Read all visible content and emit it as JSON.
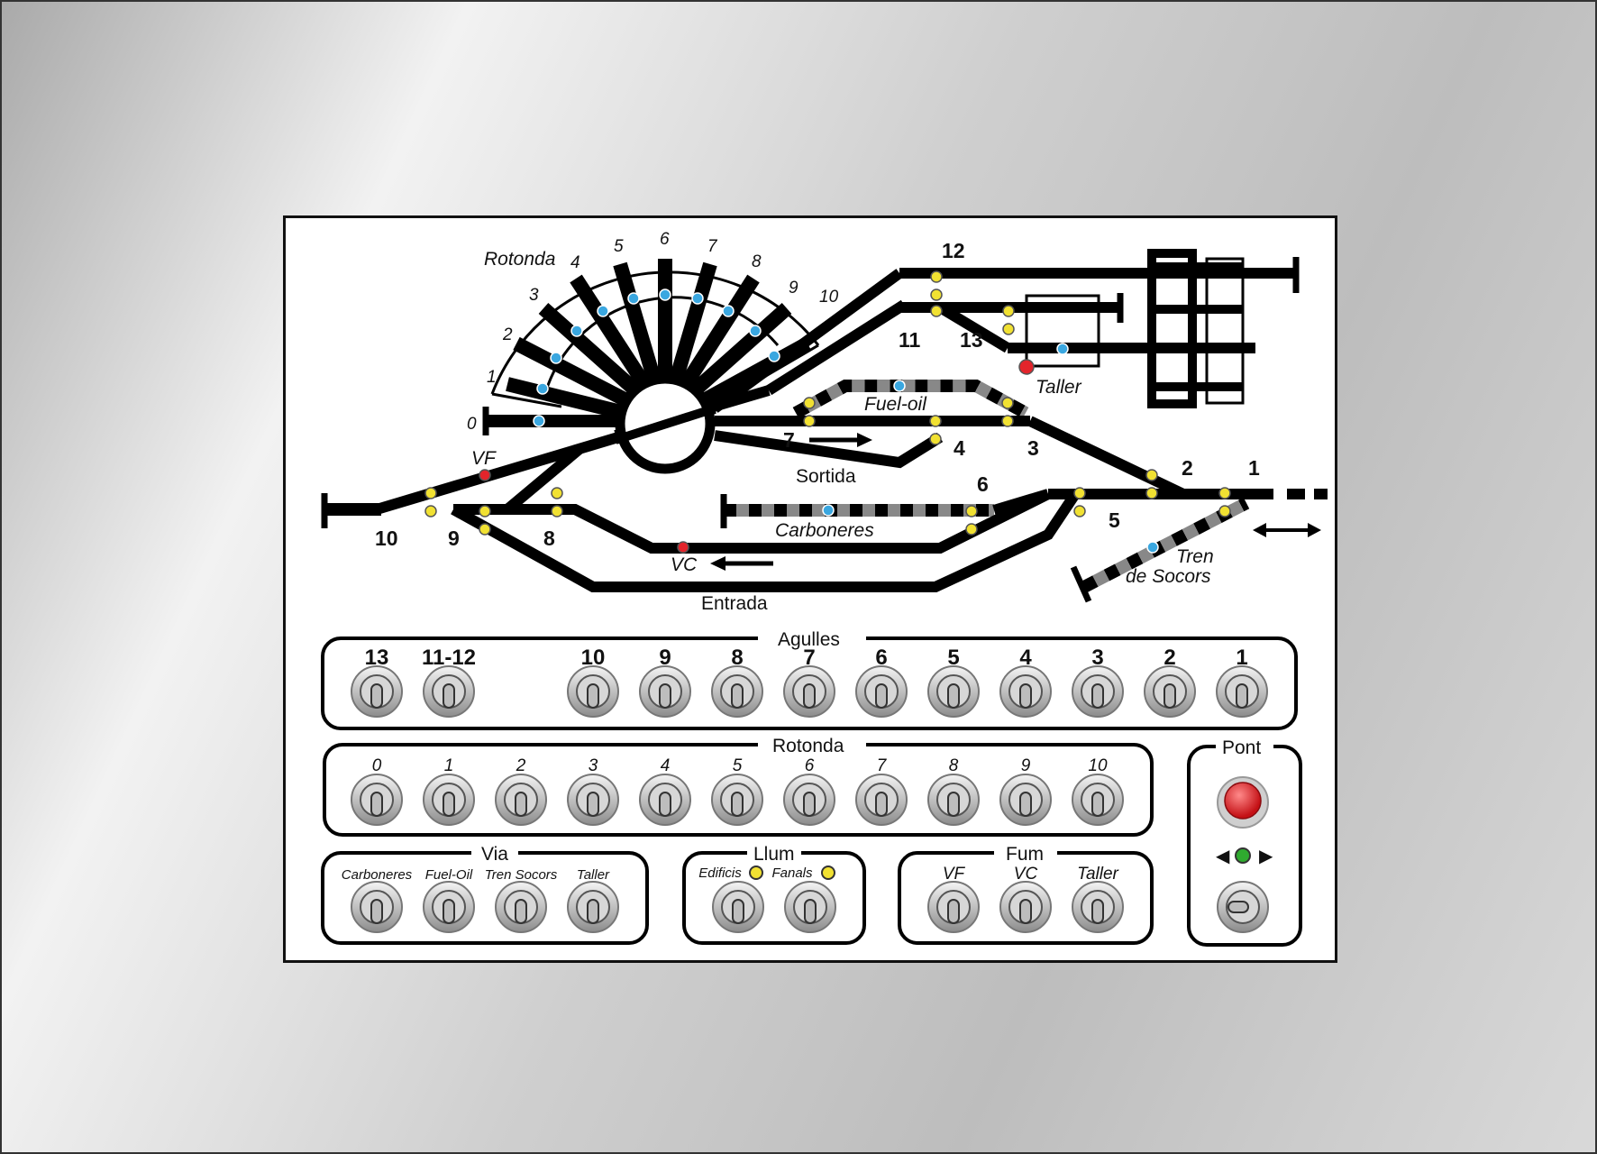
{
  "colors": {
    "track": "#000000",
    "turnout_led": "#f1e132",
    "section_led": "#3aa7e0",
    "signal_led": "#e3242b",
    "power_led": "#2faa2f",
    "emergency_button": "#e8232a"
  },
  "track": {
    "rotonda_title": "Rotonda",
    "rotonda_roads": [
      "0",
      "1",
      "2",
      "3",
      "4",
      "5",
      "6",
      "7",
      "8",
      "9",
      "10"
    ],
    "turnouts": [
      "1",
      "2",
      "3",
      "4",
      "5",
      "6",
      "7",
      "8",
      "9",
      "10",
      "11",
      "12",
      "13"
    ],
    "fuel_oil": "Fuel-oil",
    "taller": "Taller",
    "sortida": "Sortida",
    "carboneres": "Carboneres",
    "entrada": "Entrada",
    "vf": "VF",
    "vc": "VC",
    "tren_line1": "Tren",
    "tren_line2": "de Socors"
  },
  "panels": {
    "agulles": {
      "title": "Agulles",
      "labels": [
        "13",
        "11-12",
        "10",
        "9",
        "8",
        "7",
        "6",
        "5",
        "4",
        "3",
        "2",
        "1"
      ]
    },
    "rotonda": {
      "title": "Rotonda",
      "labels": [
        "0",
        "1",
        "2",
        "3",
        "4",
        "5",
        "6",
        "7",
        "8",
        "9",
        "10"
      ]
    },
    "via": {
      "title": "Via",
      "labels": [
        "Carboneres",
        "Fuel-Oil",
        "Tren Socors",
        "Taller"
      ]
    },
    "llum": {
      "title": "Llum",
      "labels": [
        "Edificis",
        "Fanals"
      ]
    },
    "fum": {
      "title": "Fum",
      "labels": [
        "VF",
        "VC",
        "Taller"
      ]
    },
    "pont": {
      "title": "Pont",
      "left_arrow": "◀",
      "right_arrow": "▶"
    }
  }
}
